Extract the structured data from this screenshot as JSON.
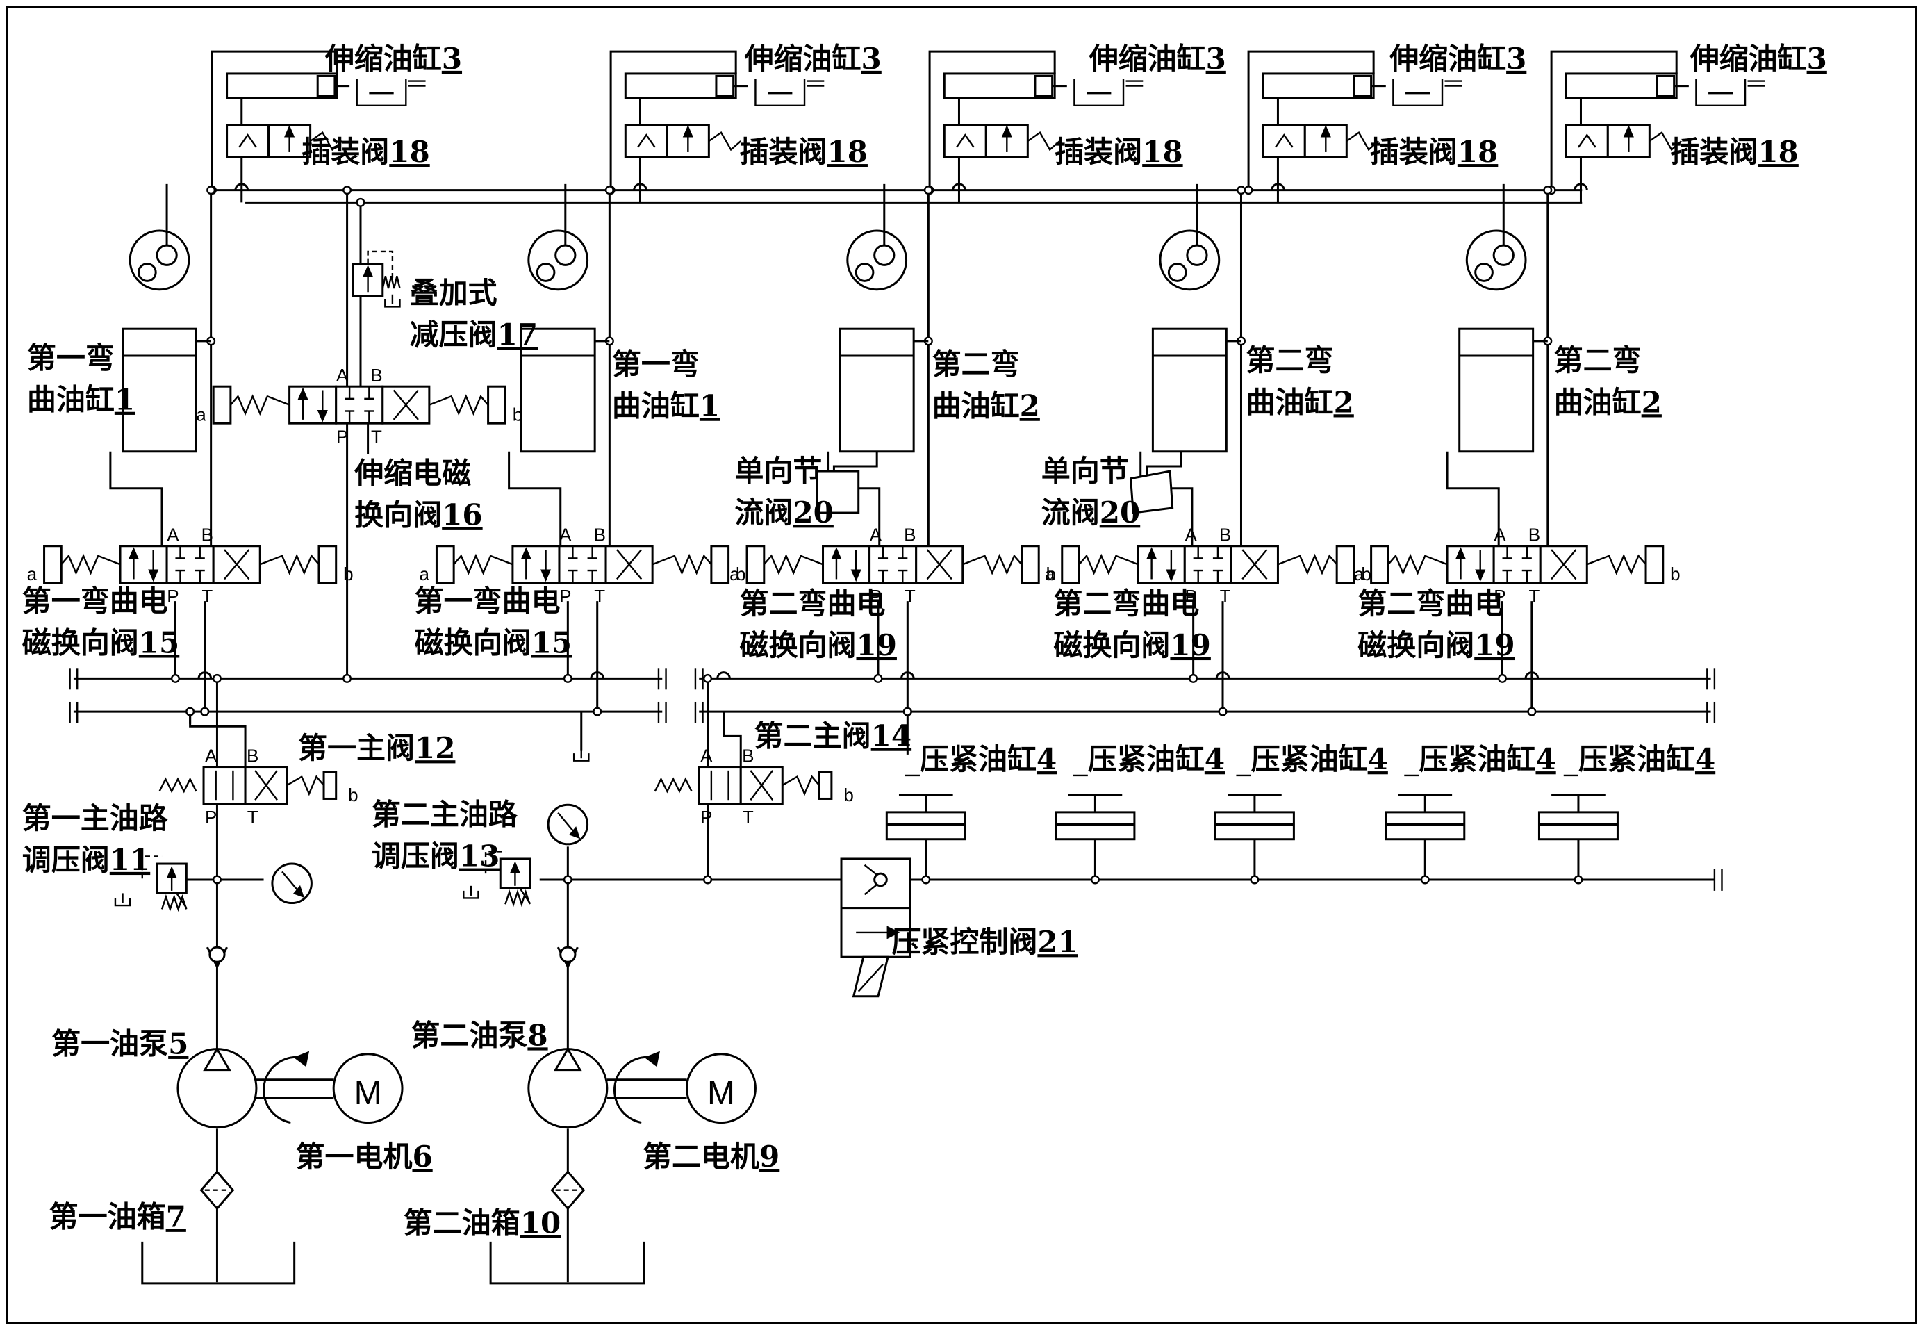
{
  "labels": {
    "cyl3": "伸缩油缸",
    "n3": "3",
    "valve18": "插装阀",
    "n18": "18",
    "cyl1": "第一弯\n曲油缸",
    "n1": "1",
    "cyl2": "第二弯\n曲油缸",
    "n2": "2",
    "valve17": "叠加式\n减压阀",
    "n17": "17",
    "valve16": "伸缩电磁\n换向阀",
    "n16": "16",
    "valve15": "第一弯曲电\n磁换向阀",
    "n15": "15",
    "valve19": "第二弯曲电\n磁换向阀",
    "n19": "19",
    "valve20": "单向节\n流阀",
    "n20": "20",
    "valve12": "第一主阀",
    "n12": "12",
    "valve14": "第二主阀",
    "n14": "14",
    "valve11": "第一主油路\n调压阀",
    "n11": "11",
    "valve13": "第二主油路\n调压阀",
    "n13": "13",
    "cyl4": "压紧油缸",
    "n4": "4",
    "valve21": "压紧控制阀",
    "n21": "21",
    "pump5": "第一油泵",
    "n5": "5",
    "pump8": "第二油泵",
    "n8": "8",
    "motor6": "第一电机",
    "n6": "6",
    "motor9": "第二电机",
    "n9": "9",
    "tank7": "第一油箱",
    "n7": "7",
    "tank10": "第二油箱",
    "n10": "10"
  },
  "ports": {
    "a": "A",
    "b": "B",
    "p": "P",
    "t": "T",
    "sol_a": "a",
    "sol_b": "b",
    "motor": "M"
  }
}
